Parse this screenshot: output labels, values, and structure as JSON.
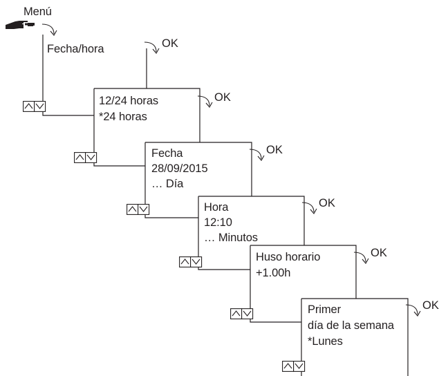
{
  "diagram": {
    "menu_label": "Menú",
    "icons": [
      "pointing-hand-icon",
      "curved-arrow-icon",
      "up-arrow-icon",
      "down-arrow-icon"
    ],
    "line_color": "#231f20"
  },
  "steps": [
    {
      "lines": [
        "Fecha/hora"
      ],
      "ok": "OK"
    },
    {
      "lines": [
        "12/24 horas",
        "*24 horas"
      ],
      "ok": "OK"
    },
    {
      "lines": [
        "Fecha",
        "28/09/2015",
        "… Día"
      ],
      "ok": "OK"
    },
    {
      "lines": [
        "Hora",
        "12:10",
        "… Minutos"
      ],
      "ok": "OK"
    },
    {
      "lines": [
        "Huso horario",
        "+1.00h"
      ],
      "ok": "OK"
    },
    {
      "lines": [
        "Primer",
        "día de la semana",
        "*Lunes"
      ],
      "ok": "OK"
    }
  ]
}
